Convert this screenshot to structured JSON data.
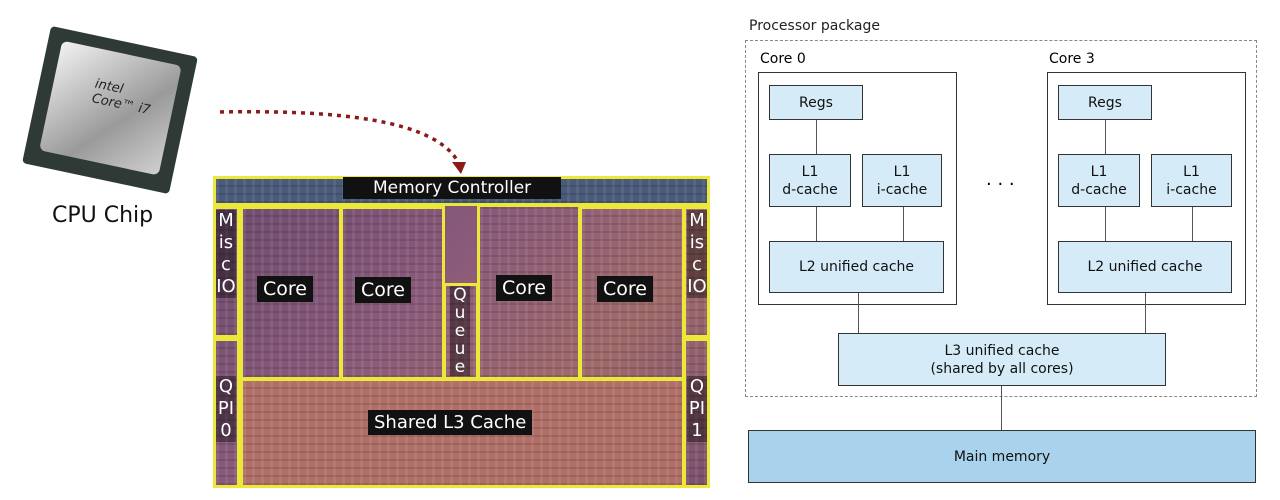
{
  "cpu_chip": {
    "caption": "CPU Chip",
    "logo_text": "intel Core i7"
  },
  "die": {
    "memory_controller": "Memory Controller",
    "misc_io": "Misc IO",
    "qpi0": "QPI 0",
    "qpi1": "QPI 1",
    "queue": "Queue",
    "core": "Core",
    "l3": "Shared L3 Cache"
  },
  "package": {
    "title": "Processor package",
    "core0": "Core 0",
    "core3": "Core 3",
    "regs": "Regs",
    "l1d": "L1\nd-cache",
    "l1i": "L1\ni-cache",
    "l2": "L2 unified cache",
    "ellipsis": "· · ·",
    "l3": "L3 unified cache\n(shared by all cores)",
    "main_memory": "Main memory"
  },
  "colors": {
    "cache_fill": "#d5ecf8",
    "memory_fill": "#a9d3ec",
    "die_outline": "#ece83a",
    "arrow": "#8b1a1a"
  }
}
